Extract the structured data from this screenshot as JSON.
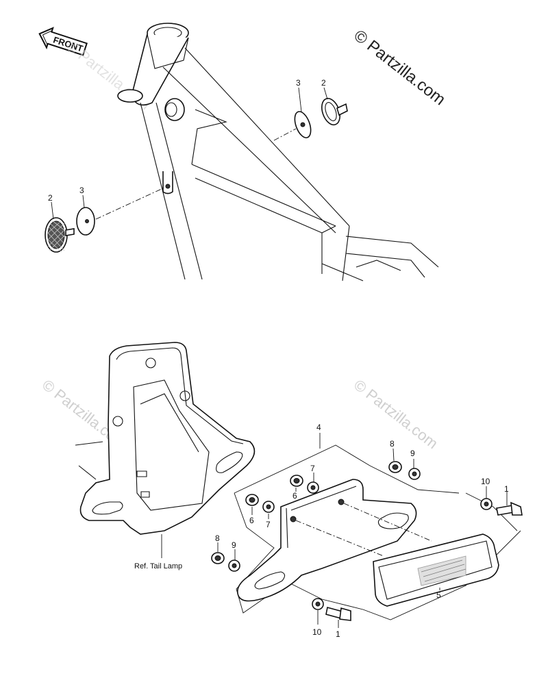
{
  "front_badge": {
    "label": "FRONT",
    "icon": "arrow-left-icon"
  },
  "watermark": {
    "main": "© Partzilla.com",
    "faint": "© Partzilla.com"
  },
  "reference_label": "Ref. Tail Lamp",
  "callouts": {
    "upper_right_3": "3",
    "upper_right_2": "2",
    "upper_left_2": "2",
    "upper_left_3": "3",
    "bracket_4": "4",
    "nut_8_right": "8",
    "washer_9_right": "9",
    "washer_10_right": "10",
    "bolt_1_right": "1",
    "nut_6_top": "6",
    "washer_7_top": "7",
    "nut_6_bottom": "6",
    "washer_7_bottom": "7",
    "nut_8_left": "8",
    "washer_9_left": "9",
    "reflector_5": "5",
    "washer_10_bottom": "10",
    "bolt_1_bottom": "1"
  }
}
